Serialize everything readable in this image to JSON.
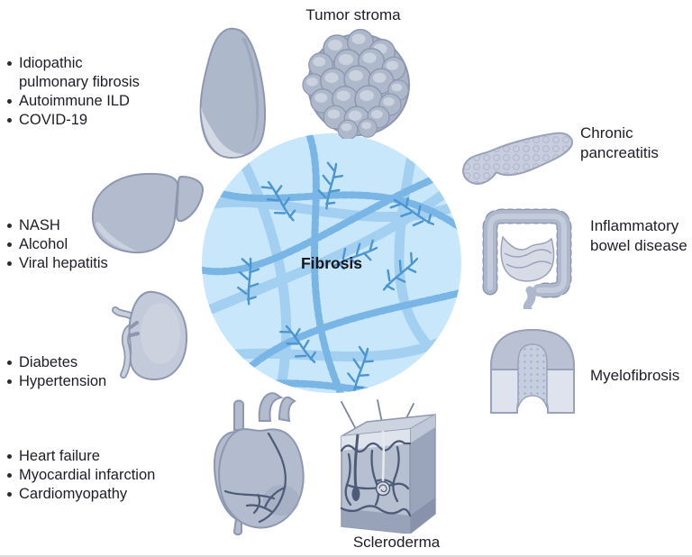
{
  "center": {
    "label": "Fibrosis"
  },
  "organ_labels": {
    "tumor": "Tumor stroma",
    "pancreas": "Chronic pancreatitis",
    "intestine": "Inflammatory bowel disease",
    "bone": "Myelofibrosis",
    "skin": "Scleroderma"
  },
  "cause_lists": {
    "lung": [
      "Idiopathic pulmonary fibrosis",
      "Autoimmune ILD",
      "COVID-19"
    ],
    "liver": [
      "NASH",
      "Alcohol",
      "Viral hepatitis"
    ],
    "kidney": [
      "Diabetes",
      "Hypertension"
    ],
    "heart": [
      "Heart failure",
      "Myocardial infarction",
      "Cardiomyopathy"
    ]
  },
  "colors": {
    "circle_fill": "#c9e7fb",
    "fiber_band": "#a3d0f1",
    "fiber_rope": "#79b5e5",
    "fiber_twig": "#4d95d0",
    "organ_fill": "#b2bcce",
    "organ_outline": "#8d97b0",
    "organ_light": "#ccd3e0",
    "vessel": "#4e5b78",
    "text": "#1d1d26"
  }
}
